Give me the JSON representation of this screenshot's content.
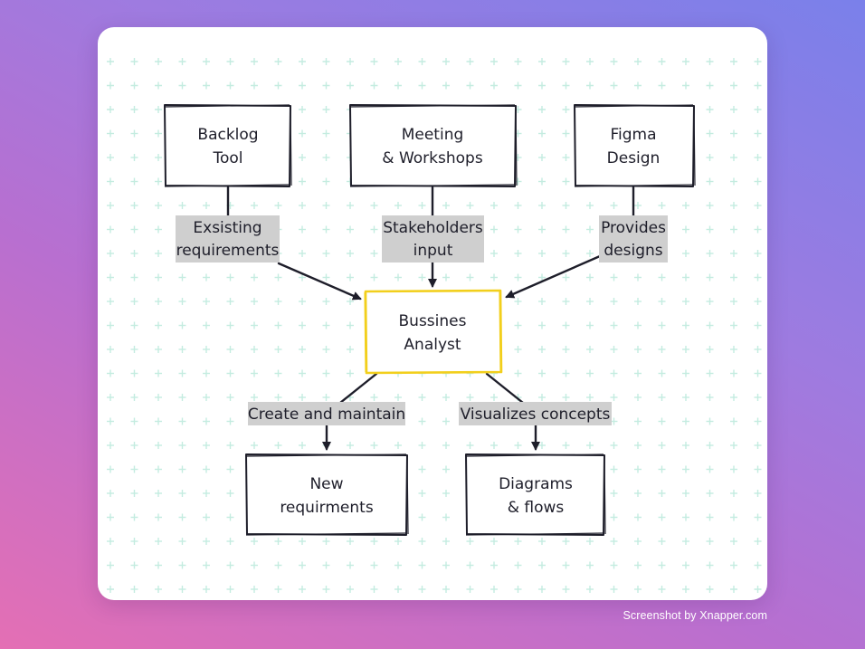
{
  "colors": {
    "box_stroke": "#1e1e2a",
    "highlight_stroke": "#f2cf1c",
    "label_bg": "#cfcfcf",
    "grid_plus": "#c4ece0"
  },
  "nodes": {
    "backlog_tool": [
      "Backlog",
      "Tool"
    ],
    "meeting_workshops": [
      "Meeting",
      "& Workshops"
    ],
    "figma_design": [
      "Figma",
      "Design"
    ],
    "business_analyst": [
      "Bussines",
      "Analyst"
    ],
    "new_requirements": [
      "New",
      "requirments"
    ],
    "diagrams_flows": [
      "Diagrams",
      "& flows"
    ]
  },
  "edges": {
    "existing_requirements": [
      "Exsisting",
      "requirements"
    ],
    "stakeholders_input": [
      "Stakeholders",
      "input"
    ],
    "provides_designs": [
      "Provides",
      "designs"
    ],
    "create_maintain": [
      "Create and maintain"
    ],
    "visualizes_concepts": [
      "Visualizes concepts"
    ]
  },
  "watermark": "Screenshot by Xnapper.com"
}
